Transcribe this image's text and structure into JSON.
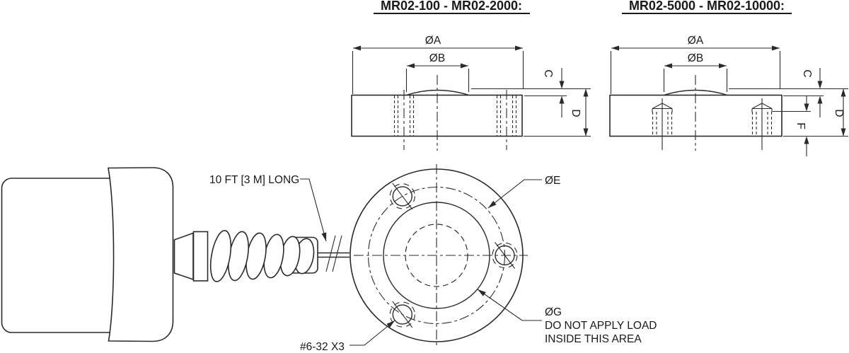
{
  "page": {
    "background": "#ffffff",
    "line_color": "#2a2a2a"
  },
  "views": {
    "side_low": {
      "title": "MR02-100 - MR02-2000:",
      "dim_dia_a": "ØA",
      "dim_dia_b": "ØB",
      "dim_c": "C",
      "dim_d": "D"
    },
    "side_high": {
      "title": "MR02-5000 - MR02-10000:",
      "dim_dia_a": "ØA",
      "dim_dia_b": "ØB",
      "dim_c": "C",
      "dim_d": "D",
      "dim_f": "F"
    },
    "front": {
      "cable_label": "10 FT [3 M] LONG",
      "dim_dia_e": "ØE",
      "dim_dia_g": "ØG",
      "load_note_line1": "DO NOT APPLY LOAD",
      "load_note_line2": "INSIDE THIS AREA",
      "tapped_hole_label": "#6-32 X3"
    }
  }
}
